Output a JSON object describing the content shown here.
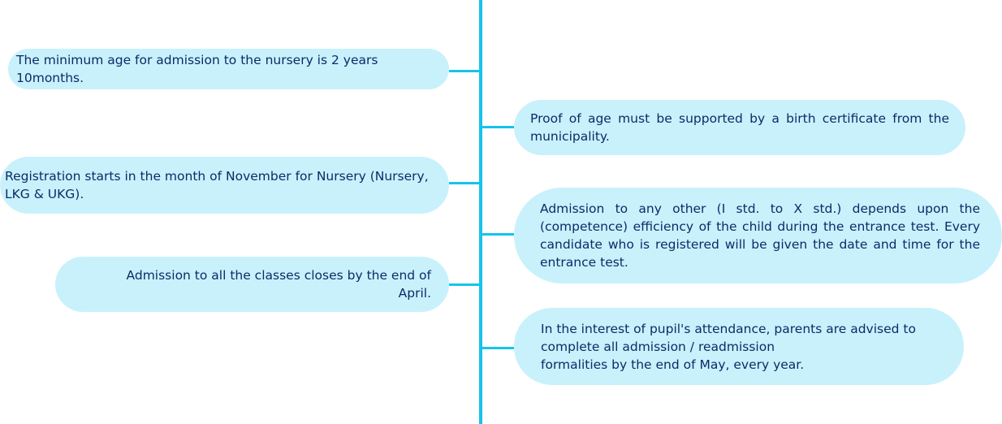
{
  "timeline": {
    "left_items": [
      {
        "text": "The minimum age for admission to the nursery is 2 years 10months."
      },
      {
        "text": "Registration starts in the month of November for Nursery (Nursery, LKG & UKG)."
      },
      {
        "text": "Admission to all the classes closes by the end of April."
      }
    ],
    "right_items": [
      {
        "text": "Proof of age must be supported by a birth certificate from the municipality."
      },
      {
        "text": "Admission to any other (I std. to X std.) depends upon the (competence) efficiency of the child during the entrance test. Every candidate who is registered will be given the date and time for the entrance test."
      },
      {
        "lines": [
          "In the interest of pupil's attendance, parents are advised to",
          "complete all admission / readmission",
          "formalities by the end of May, every year."
        ]
      }
    ]
  },
  "colors": {
    "line": "#16c3ec",
    "bubble_fill": "#c8f1fc",
    "text": "#0d2b66"
  }
}
